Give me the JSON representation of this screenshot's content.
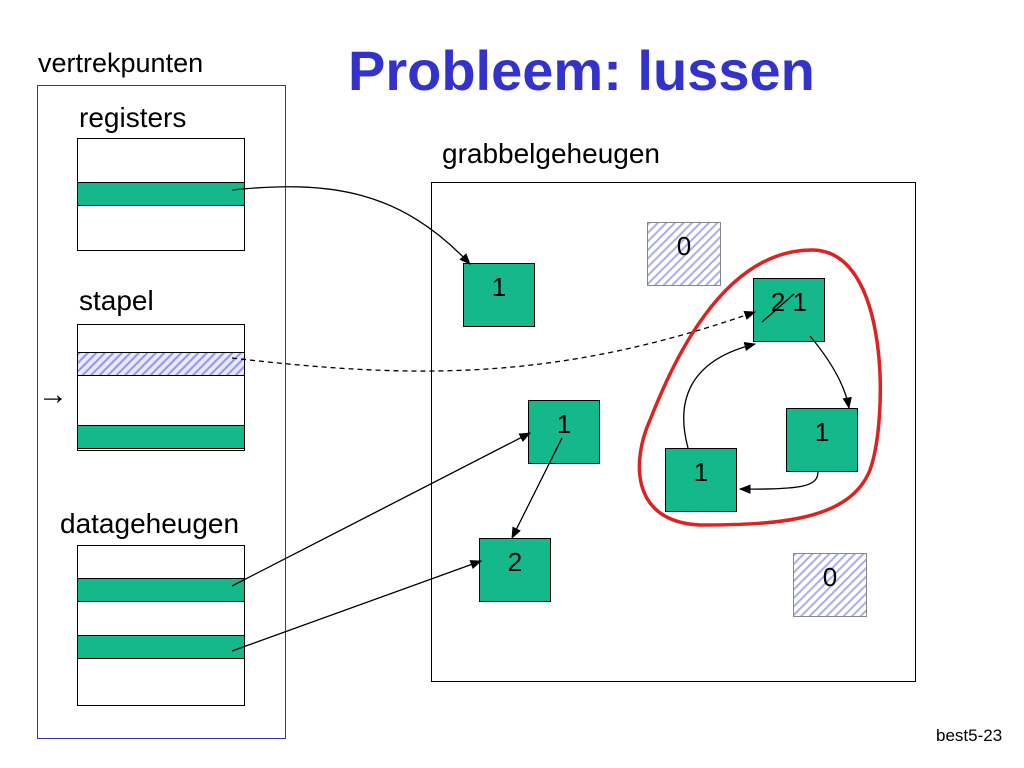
{
  "title": "Probleem: lussen",
  "roots_label": "vertrekpunten",
  "registers_label": "registers",
  "stack_label": "stapel",
  "data_memory_label": "datageheugen",
  "heap_label": "grabbelgeheugen",
  "stack_pointer_symbol": "→",
  "objects": {
    "obj_a": "1",
    "obj_b": "1",
    "obj_c": "2",
    "obj_cycle_top_old": "2",
    "obj_cycle_top_new": "1",
    "obj_cycle_right": "1",
    "obj_cycle_left": "1",
    "free_top": "0",
    "free_bottom": "0"
  },
  "colors": {
    "title": "#3333cc",
    "object_fill": "#14b88a",
    "cycle_outline": "#dd2222",
    "panel_border": "#3333aa"
  },
  "footer": "best5-23"
}
